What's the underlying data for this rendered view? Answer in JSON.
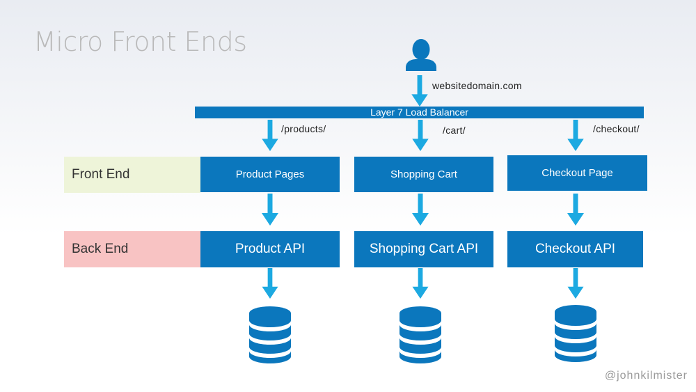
{
  "title": "Micro Front Ends",
  "user": {
    "icon": "user-icon",
    "domain_label": "websitedomain.com"
  },
  "load_balancer": {
    "label": "Layer 7 Load Balancer"
  },
  "routes": [
    "/products/",
    "/cart/",
    "/checkout/"
  ],
  "rows": {
    "front_end": {
      "label": "Front End",
      "color": "#eef4d9",
      "boxes": [
        "Product Pages",
        "Shopping Cart",
        "Checkout Page"
      ]
    },
    "back_end": {
      "label": "Back End",
      "color": "#f8c3c3",
      "boxes": [
        "Product API",
        "Shopping Cart API",
        "Checkout API"
      ]
    }
  },
  "databases": [
    {
      "icon": "database-icon"
    },
    {
      "icon": "database-icon"
    },
    {
      "icon": "database-icon"
    }
  ],
  "watermark": "@johnkilmister",
  "colors": {
    "box": "#0b77bd",
    "arrow": "#1ca9e1",
    "title": "#b9b9b9"
  }
}
